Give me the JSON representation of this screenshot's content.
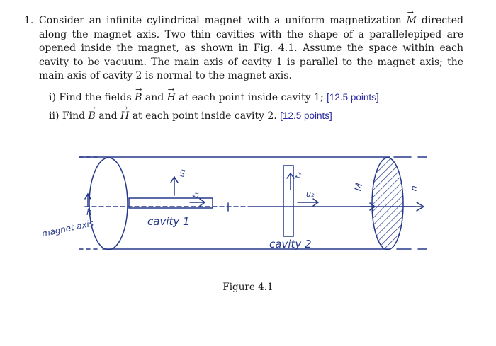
{
  "problem": {
    "number": "1.",
    "text_before_M": "Consider an infinite cylindrical magnet with a uniform magnetization ",
    "M_symbol": "M",
    "text_after_M": " directed along the magnet axis. Two thin cavities with the shape of a parallelepiped are opened inside the magnet, as shown in Fig. 4.1. Assume the space within each cavity to be vacuum. The main axis of cavity 1 is parallel to the magnet axis; the main axis of cavity 2 is normal to the magnet axis."
  },
  "parts": [
    {
      "label": "i)",
      "t1": "Find the fields ",
      "B": "B",
      "and": " and ",
      "H": "H",
      "t2": " at each point inside cavity 1; ",
      "points": "[12.5 points]"
    },
    {
      "label": "ii)",
      "t1": "Find ",
      "B": "B",
      "and": " and ",
      "H": "H",
      "t2": " at each point inside cavity 2. ",
      "points": "[12.5 points]"
    }
  ],
  "figure": {
    "caption": "Figure 4.1",
    "labels": {
      "magnet_axis": "magnet axis",
      "axis_vector": "h",
      "cavity1": "cavity 1",
      "cavity2": "cavity 2",
      "u1": "u₁",
      "t1": "t₁",
      "t2": "t₂",
      "u2": "u₂",
      "M": "M",
      "n": "n"
    },
    "colors": {
      "ink": "#26388a",
      "hatch": "#26388a"
    }
  }
}
